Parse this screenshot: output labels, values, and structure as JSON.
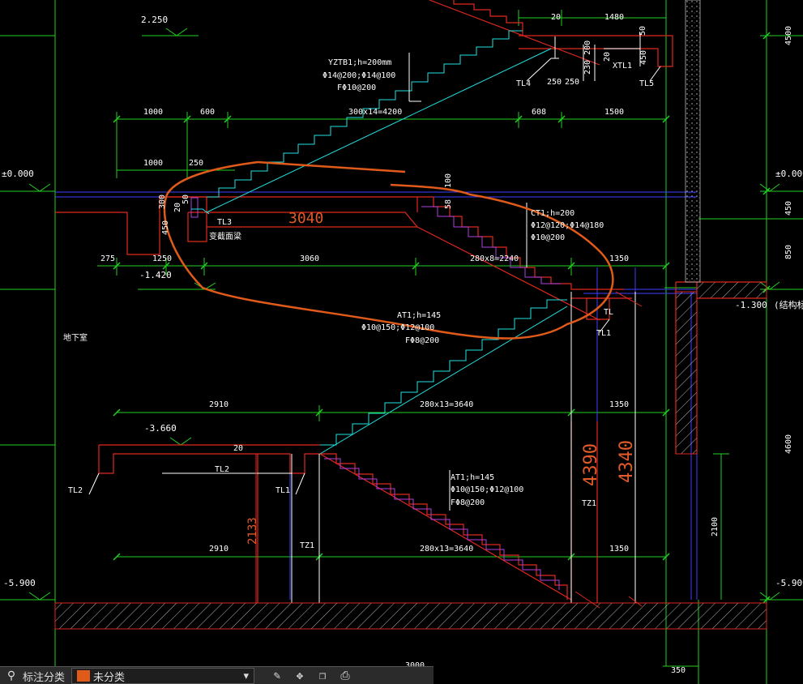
{
  "levels": {
    "l1": "2.250",
    "l2": "±0.000",
    "l3": "-1.420",
    "l4": "-3.660",
    "l5": "-5.900",
    "l6": "±0.000",
    "l7": "-1.300",
    "l8": "-5.900",
    "l9": "(结构标"
  },
  "dims_top": {
    "d20": "20",
    "d1480": "1480",
    "d50": "50",
    "d4500": "4500",
    "d230200": "230 200",
    "d20b": "20",
    "d450": "450",
    "d250a": "250",
    "d250b": "250",
    "d1000": "1000",
    "d600": "600",
    "d300x14": "300x14=4200",
    "d608": "608",
    "d1500": "1500",
    "d1000b": "1000",
    "d250c": "250",
    "d450r": "450",
    "d850": "850",
    "d4600": "4600",
    "d2100": "2100",
    "d350": "350",
    "d3000": "3000"
  },
  "dims_mid": {
    "d275": "275",
    "d1250": "1250",
    "d3060": "3060",
    "d280x8": "280x8=2240",
    "d1350a": "1350",
    "d2910a": "2910",
    "d280x13a": "280x13=3640",
    "d1350b": "1350",
    "d2910b": "2910",
    "d280x13b": "280x13=3640",
    "d1350c": "1350",
    "d300": "300",
    "d20c": "20",
    "d50b": "50",
    "d450c": "450",
    "d58": "58",
    "d100": "100",
    "d20d": "20"
  },
  "notes": {
    "yztb1": "YZTB1;h=200mm",
    "yztb1b": "Φ14@200;Φ14@100",
    "yztb1c": "FΦ10@200",
    "ct1": "CT1;h=200",
    "ct1b": "Φ12@120;Φ14@180",
    "ct1c": "Φ10@200",
    "at1a": "AT1;h=145",
    "at1ab": "Φ10@150;Φ12@100",
    "at1ac": "FΦ8@200",
    "at1b": "AT1;h=145",
    "at1bb": "Φ10@150;Φ12@100",
    "at1bc": "FΦ8@200",
    "tl1a": "TL1",
    "tl1b": "TL1",
    "tl2a": "TL2",
    "tl2b": "TL2",
    "tl3": "TL3",
    "tl4": "TL4",
    "tl5": "TL5",
    "xtl1": "XTL1",
    "tz1a": "TZ1",
    "tz1b": "TZ1",
    "tl": "TL",
    "basement": "地下室",
    "bianjie": "变截面梁"
  },
  "annot_red": {
    "a3040": "3040",
    "a4390": "4390",
    "a4340": "4340",
    "a2133": "2133"
  },
  "toolbar": {
    "label": "标注分类",
    "category": "未分类"
  },
  "colors": {
    "green": "#22d022",
    "red": "#e0281e",
    "cyan": "#22e0e0",
    "blue": "#4040ff",
    "white": "#ffffff",
    "orange": "#e05a1a",
    "magenta": "#e040e0"
  }
}
